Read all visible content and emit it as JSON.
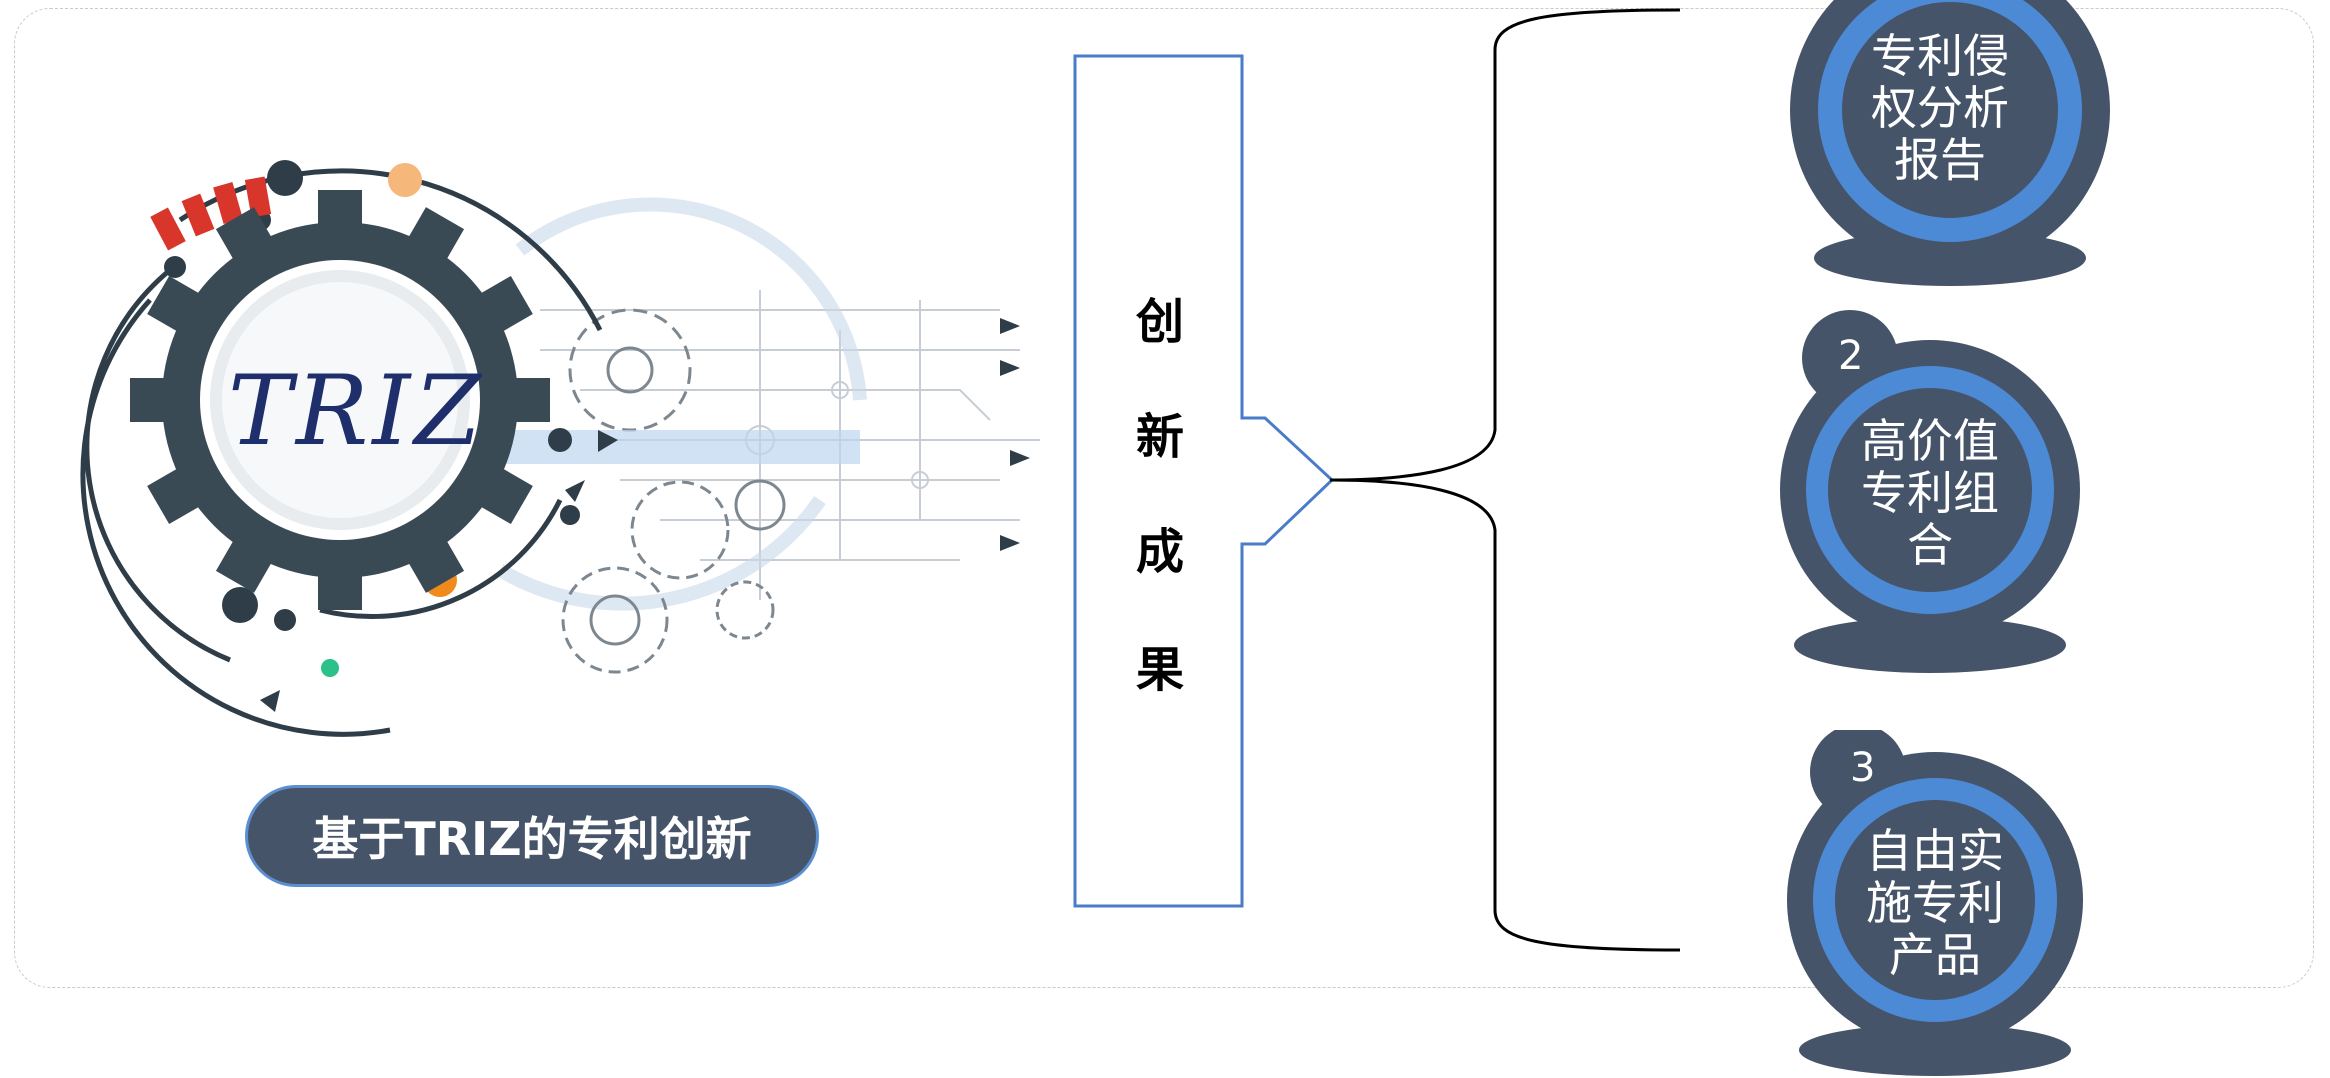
{
  "logo_text": "TRIZ",
  "caption": "基于TRIZ的专利创新",
  "arrow_chars": [
    "创",
    "新",
    "成",
    "果"
  ],
  "outcomes": [
    {
      "number": "",
      "lines": [
        "专利侵",
        "权分析",
        "报告"
      ]
    },
    {
      "number": "2",
      "lines": [
        "高价值",
        "专利组",
        "合"
      ]
    },
    {
      "number": "3",
      "lines": [
        "自由实",
        "施专利",
        "产品"
      ]
    }
  ],
  "colors": {
    "dark_slate": "#46546a",
    "ring_blue": "#4d8ad6",
    "arrow_blue": "#4a7cc7",
    "gear_dark": "#3a4a55",
    "logo_text": "#1f2f6b"
  }
}
